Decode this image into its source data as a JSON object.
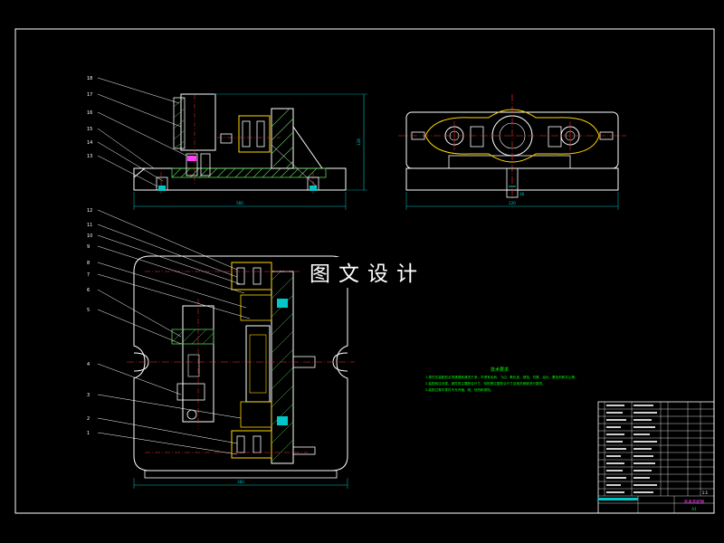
{
  "watermark": "图文设计",
  "top_view_height_dim": "128",
  "top_view_width_dim": "560",
  "side_view_dim_center": "38",
  "side_view_width_dim": "220",
  "plan_view_width_dim": "360",
  "top_view_balloons": [
    "18",
    "17",
    "16",
    "15",
    "14",
    "13"
  ],
  "plan_view_balloons": [
    "12",
    "11",
    "10",
    "9",
    "8",
    "7",
    "6",
    "5",
    "4",
    "3",
    "2",
    "1"
  ],
  "technical_requirements_title": "技术要求",
  "technical_requirements_lines": [
    "1.零件在装配前必须清理和清洗干净，不得有毛刺、飞边、氧化皮、锈蚀、切屑、油污、着色剂和灰尘等。",
    "2.装配前应对零、部件的主要配合尺寸，特别是过盈配合尺寸及相关精度进行复查。",
    "3.装配过程中零件不允许磕、碰、划伤和锈蚀。"
  ],
  "title_block_name": "夹具装配图",
  "title_block_scale": "1:1",
  "title_block_sheet": "A1",
  "colors": {
    "background": "#000000",
    "frame": "#ffffff",
    "outline": "#ffffff",
    "center_line": "#ff3030",
    "hatch": "#5ad25a",
    "hidden": "#ffd700",
    "dimension": "#00c8c8",
    "magenta": "#ff40ff",
    "text_green": "#00ff00",
    "balloon_text": "#ffffff"
  }
}
